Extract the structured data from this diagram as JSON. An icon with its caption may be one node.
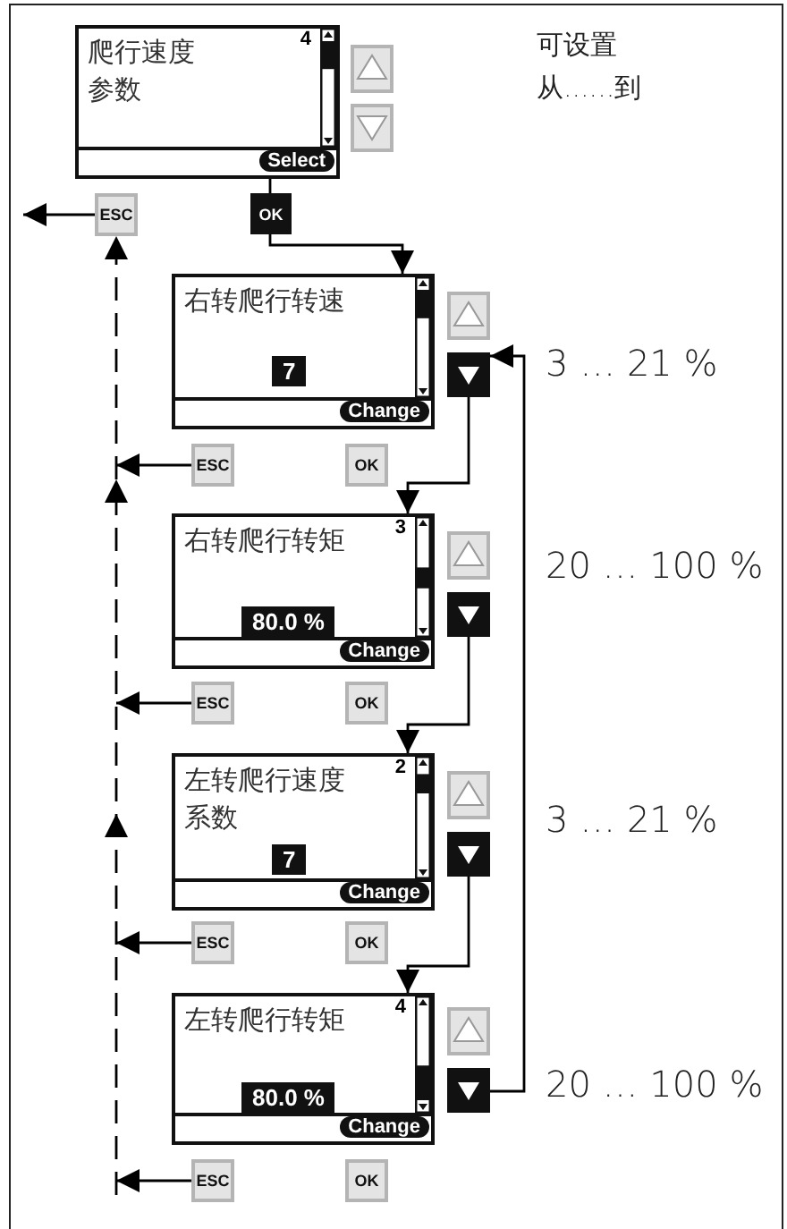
{
  "diagram": {
    "nodes": [
      {
        "text": [
          "爬行速度参数",
          "4",
          "Select"
        ]
      },
      {
        "text": [
          "ESC"
        ]
      },
      {
        "text": [
          "OK"
        ]
      },
      {
        "text": [
          "右转爬行转速",
          "7",
          "Change"
        ]
      },
      {
        "text": [],
        "shape": "box"
      },
      {
        "text": [
          "ESC"
        ]
      },
      {
        "text": [
          "OK"
        ]
      },
      {
        "text": [
          "右转爬行转矩",
          "3",
          "80.0 %",
          "Change"
        ]
      },
      {
        "text": [],
        "shape": "box"
      },
      {
        "text": [
          "ESC"
        ]
      },
      {
        "text": [
          "OK"
        ]
      },
      {
        "text": [
          "左转爬行速度系数",
          "2",
          "7",
          "Change"
        ]
      },
      {
        "text": [],
        "shape": "box"
      },
      {
        "text": [
          "ESC"
        ]
      },
      {
        "text": [
          "OK"
        ]
      },
      {
        "text": [
          "左转爬行转矩",
          "4",
          "80.0 %",
          "Change"
        ]
      },
      {
        "text": [],
        "shape": "box"
      },
      {
        "text": [
          "ESC"
        ]
      },
      {
        "text": [
          "OK"
        ]
      }
    ],
    "edges": [
      {
        "from": 0,
        "to": 2,
        "arrow": "none"
      },
      {
        "from": 2,
        "to": 3,
        "arrow": "to"
      },
      {
        "from": 1,
        "to": null,
        "arrow": "to"
      },
      {
        "from": 4,
        "to": 7,
        "arrow": "to"
      },
      {
        "from": 5,
        "to": null,
        "arrow": "to"
      },
      {
        "from": 8,
        "to": 11,
        "arrow": "to"
      },
      {
        "from": 9,
        "to": null,
        "arrow": "to"
      },
      {
        "from": 12,
        "to": 15,
        "arrow": "to"
      },
      {
        "from": 13,
        "to": null,
        "arrow": "to"
      },
      {
        "from": 16,
        "to": 4,
        "arrow": "to"
      },
      {
        "from": 17,
        "to": null,
        "arrow": "to"
      },
      {
        "from": null,
        "to": 1,
        "arrow": "to",
        "style": "dashed"
      }
    ],
    "labels": [
      "可设置",
      "从......到",
      "3 … 21 %",
      "20 … 100 %",
      "3 … 21 %",
      "20 … 100 %"
    ]
  }
}
